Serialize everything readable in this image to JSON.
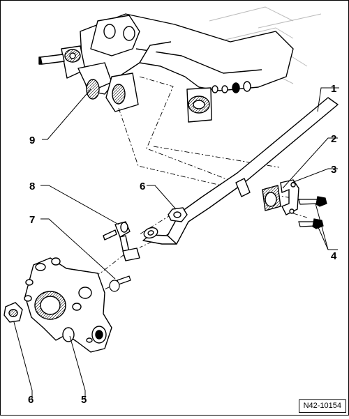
{
  "figure": {
    "reference_code": "N42-10154",
    "callouts": [
      {
        "id": "c1",
        "label": "1",
        "part": "stabilizer-bar"
      },
      {
        "id": "c2",
        "label": "2",
        "part": "rubber-bushing"
      },
      {
        "id": "c3",
        "label": "3",
        "part": "clamp"
      },
      {
        "id": "c4",
        "label": "4",
        "part": "bolts"
      },
      {
        "id": "c5",
        "label": "5",
        "part": "wheel-bearing-housing"
      },
      {
        "id": "c6a",
        "label": "6",
        "part": "nut"
      },
      {
        "id": "c6b",
        "label": "6",
        "part": "nut"
      },
      {
        "id": "c7",
        "label": "7",
        "part": "bolt"
      },
      {
        "id": "c8",
        "label": "8",
        "part": "coupling-rod"
      },
      {
        "id": "c9",
        "label": "9",
        "part": "subframe"
      }
    ]
  }
}
